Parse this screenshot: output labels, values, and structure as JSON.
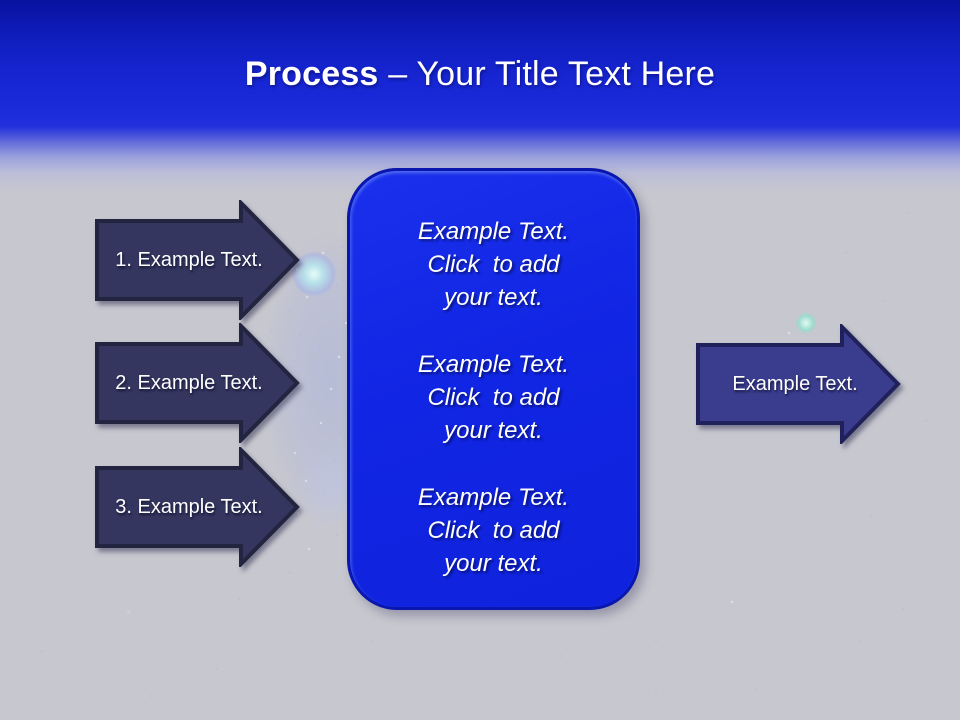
{
  "title": {
    "bold_part": "Process",
    "regular_part": "– Your Title Text Here"
  },
  "steps": [
    {
      "label": "1. Example Text."
    },
    {
      "label": "2. Example Text."
    },
    {
      "label": "3. Example Text."
    }
  ],
  "center_box": {
    "paragraphs": [
      {
        "line1": "Example Text.",
        "line2": "Click  to add",
        "line3": "your text."
      },
      {
        "line1": "Example Text.",
        "line2": "Click  to add",
        "line3": "your text."
      },
      {
        "line1": "Example Text.",
        "line2": "Click  to add",
        "line3": "your text."
      }
    ]
  },
  "result_arrow": {
    "label": "Example Text."
  },
  "colors": {
    "header_blue": "#1b2adb",
    "header_dark_blue": "#0912a0",
    "background_gray": "#c7c7cf",
    "box_blue": "#1126e4",
    "box_border": "#0a17ae",
    "step_arrow_fill": "#35365f",
    "step_arrow_stroke": "#23243f",
    "result_arrow_fill": "#3a3d8e",
    "result_arrow_stroke": "#20215a",
    "text_white": "#ffffff"
  }
}
